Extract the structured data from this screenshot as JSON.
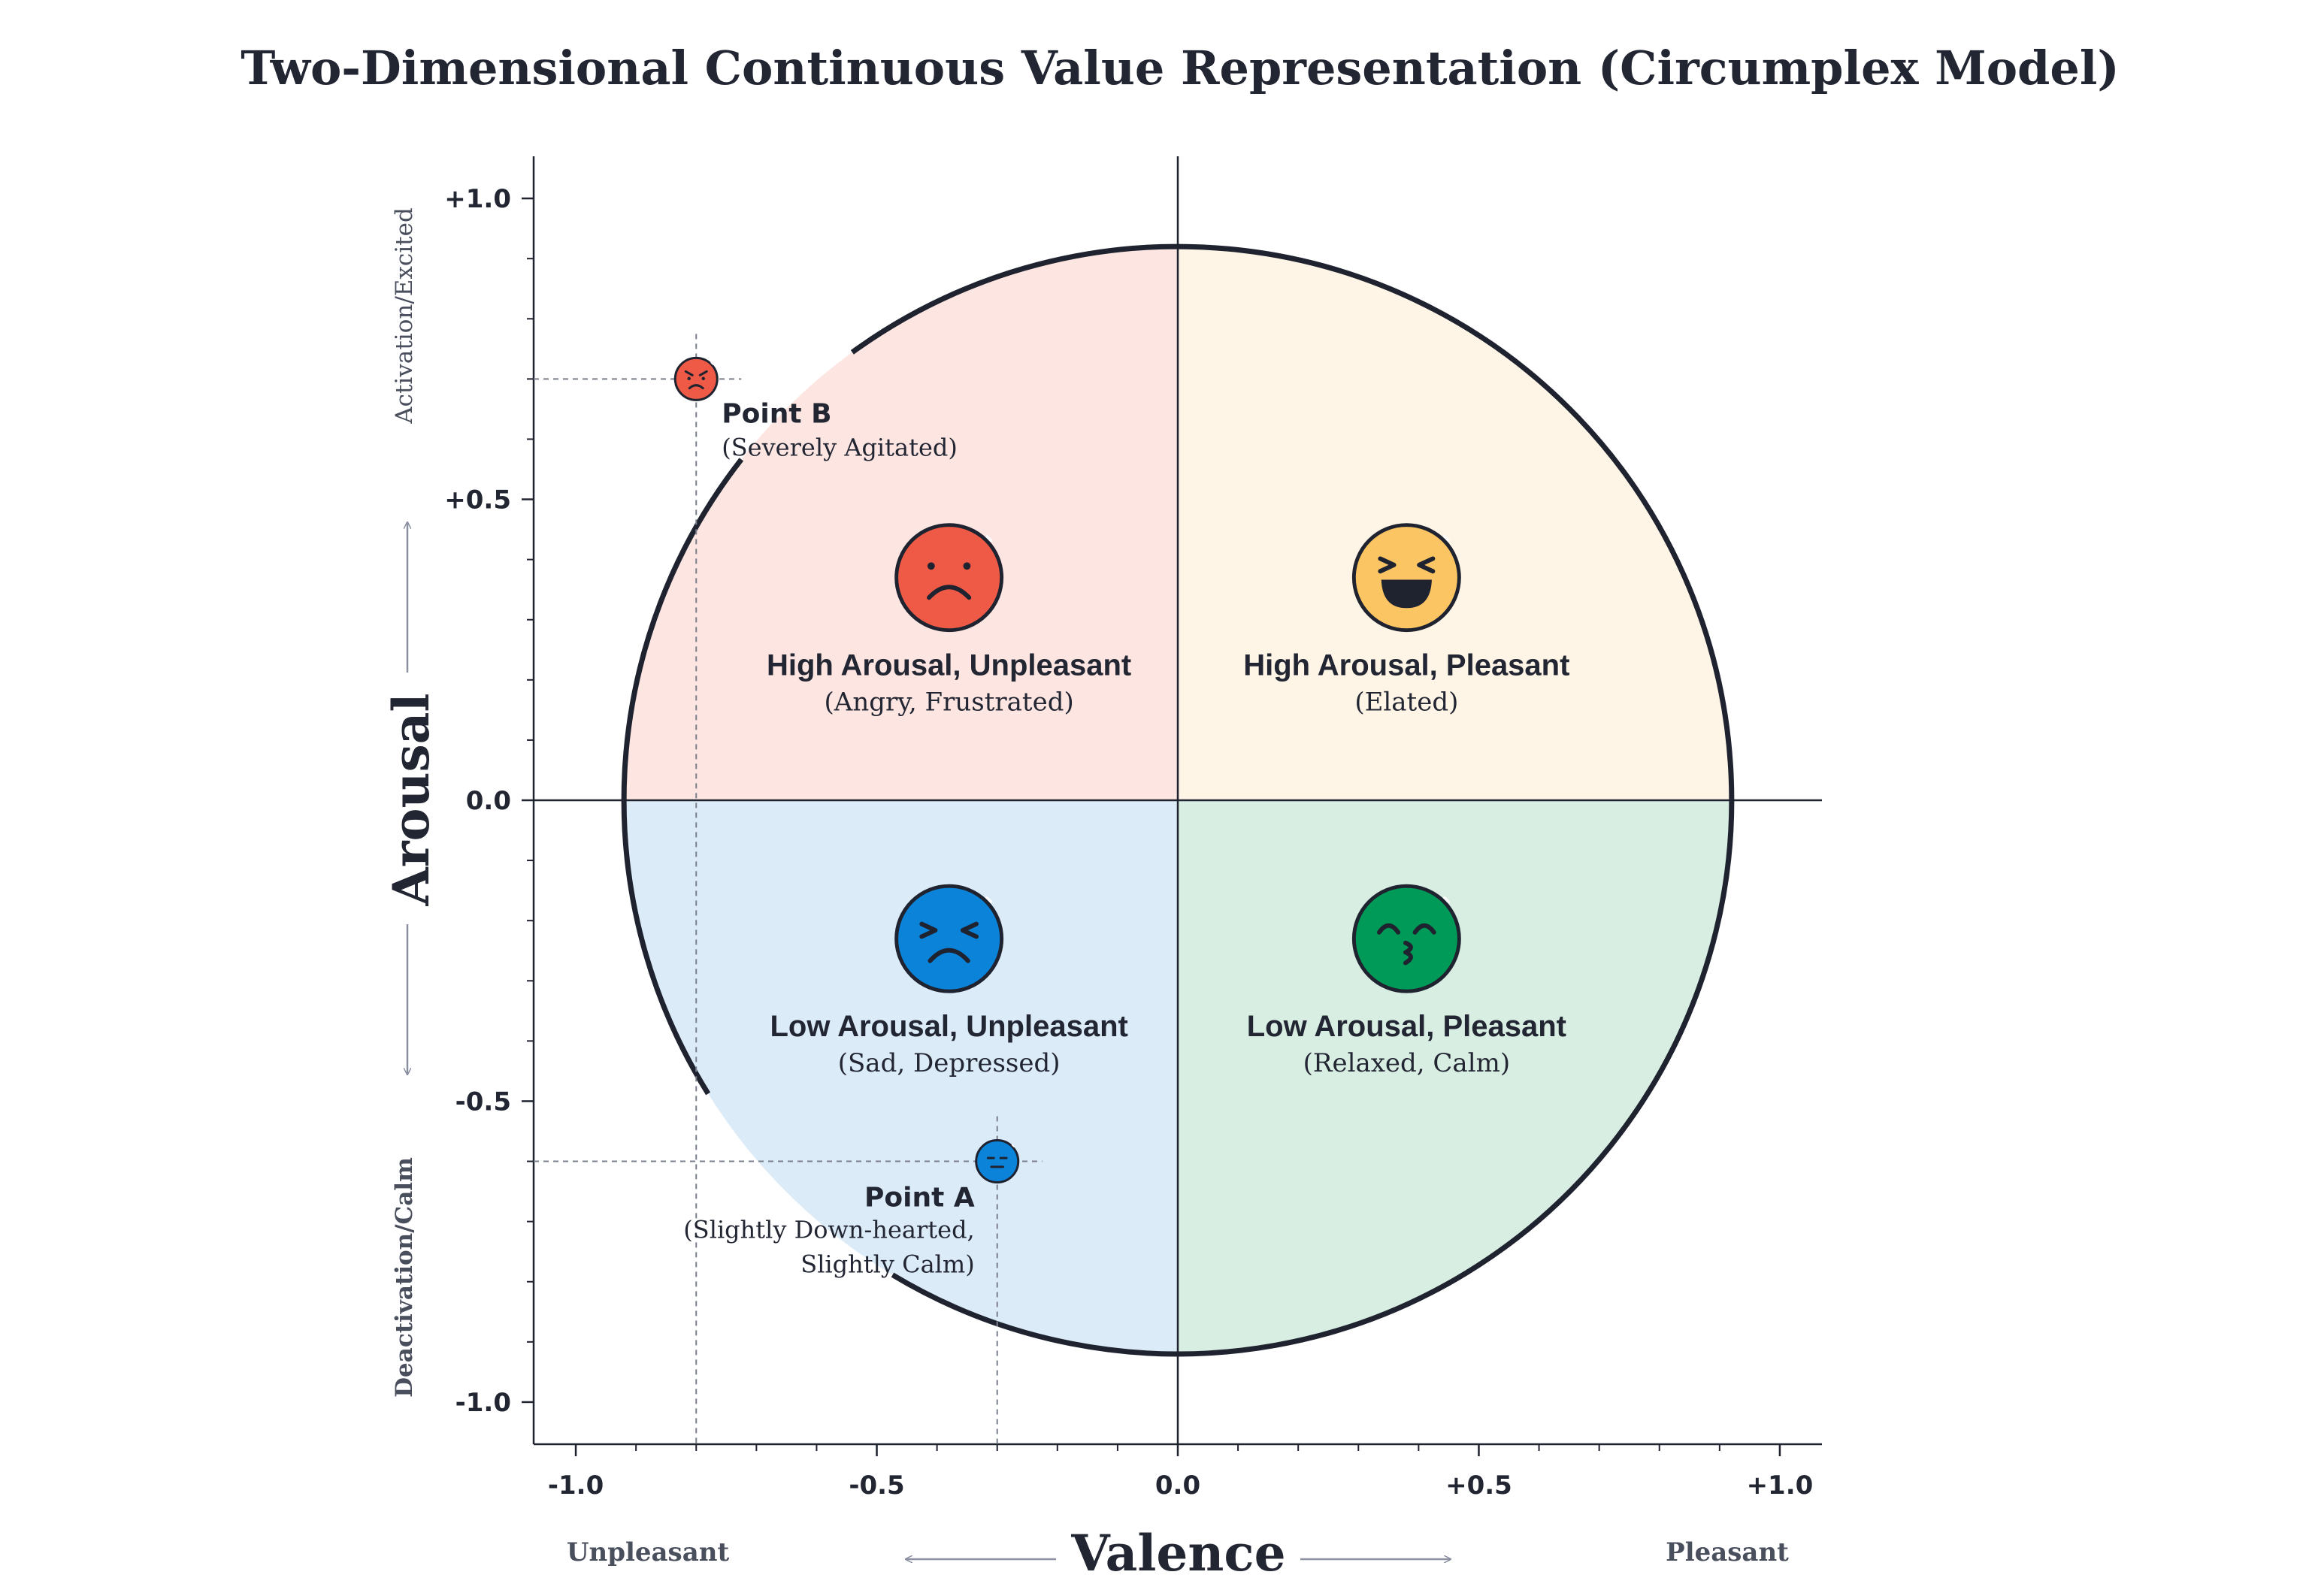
{
  "chart_data": {
    "type": "scatter",
    "title": "Two-Dimensional Continuous Value Representation (Circumplex Model)",
    "xlabel": "Valence",
    "ylabel": "Arousal",
    "xlim": [
      -1.07,
      1.07
    ],
    "ylim": [
      -1.07,
      1.07
    ],
    "x_ticks": [
      -1.0,
      -0.5,
      0.0,
      0.5,
      1.0
    ],
    "x_tick_labels": [
      "-1.0",
      "-0.5",
      "0.0",
      "+0.5",
      "+1.0"
    ],
    "y_ticks": [
      1.0,
      0.5,
      0.0,
      -0.5,
      -1.0
    ],
    "y_tick_labels": [
      "+1.0",
      "+0.5",
      "0.0",
      "-0.5",
      "-1.0"
    ],
    "x_end_labels": {
      "left": "Unpleasant",
      "right": "Pleasant"
    },
    "y_end_labels": {
      "top": "Activation/Excited",
      "bottom": "Deactivation/Calm"
    },
    "circle_radius": 0.92,
    "quadrants": [
      {
        "label": "High Arousal, Unpleasant",
        "examples": "(Angry, Frustrated)",
        "color": "#fde5e1",
        "emoji_color": "#ef5a47",
        "icon": "frowning-face-icon",
        "valence": -0.38,
        "arousal": 0.37
      },
      {
        "label": "High Arousal, Pleasant",
        "examples": "(Elated)",
        "color": "#fff5e6",
        "emoji_color": "#fcc563",
        "icon": "laughing-face-icon",
        "valence": 0.38,
        "arousal": 0.37
      },
      {
        "label": "Low Arousal, Unpleasant",
        "examples": "(Sad, Depressed)",
        "color": "#dcebf8",
        "emoji_color": "#0a83d9",
        "icon": "anguished-face-icon",
        "valence": -0.38,
        "arousal": -0.23
      },
      {
        "label": "Low Arousal, Pleasant",
        "examples": "(Relaxed, Calm)",
        "color": "#d9eee2",
        "emoji_color": "#009a58",
        "icon": "kissing-face-icon",
        "valence": 0.38,
        "arousal": -0.23
      }
    ],
    "points": [
      {
        "name": "Point B",
        "description": "(Severely Agitated)",
        "x": -0.8,
        "y": 0.7,
        "color": "#ef5a47",
        "icon": "angry-face-icon"
      },
      {
        "name": "Point A",
        "description_line1": "(Slightly Down-hearted,",
        "description_line2": "Slightly Calm)",
        "x": -0.3,
        "y": -0.6,
        "color": "#0a83d9",
        "icon": "neutral-face-icon"
      }
    ]
  }
}
